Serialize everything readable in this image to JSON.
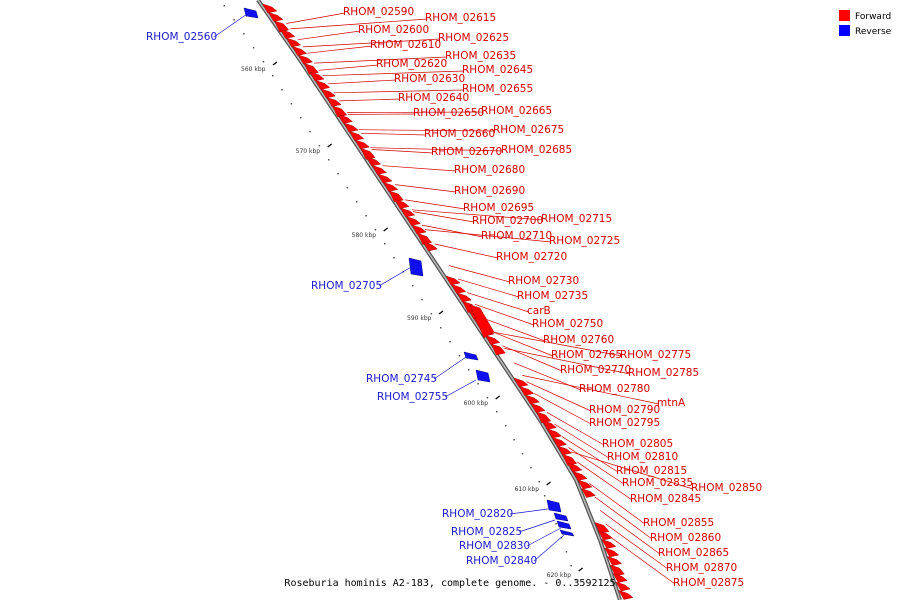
{
  "caption": "Roseburia hominis A2-183, complete genome. - 0..3592125",
  "legend": [
    {
      "label": "Forward",
      "color": "#ff0000"
    },
    {
      "label": "Reverse",
      "color": "#0000ff"
    }
  ],
  "colors": {
    "forward": "#ff0000",
    "reverse": "#1010ee",
    "label_forward": "#d40000",
    "label_reverse": "#1a1acc",
    "backbone": "#777777"
  },
  "axis": {
    "unit": "kbp",
    "ticks": [
      "560 kbp",
      "570 kbp",
      "580 kbp",
      "590 kbp",
      "600 kbp",
      "610 kbp",
      "620 kbp"
    ]
  },
  "forward_genes": [
    "RHOM_02590",
    "RHOM_02615",
    "RHOM_02600",
    "RHOM_02625",
    "RHOM_02610",
    "RHOM_02635",
    "RHOM_02620",
    "RHOM_02645",
    "RHOM_02630",
    "RHOM_02655",
    "RHOM_02640",
    "RHOM_02665",
    "RHOM_02650",
    "RHOM_02675",
    "RHOM_02660",
    "RHOM_02685",
    "RHOM_02670",
    "RHOM_02680",
    "RHOM_02690",
    "RHOM_02695",
    "RHOM_02715",
    "RHOM_02700",
    "RHOM_02710",
    "RHOM_02725",
    "RHOM_02720",
    "RHOM_02730",
    "RHOM_02735",
    "carB",
    "RHOM_02750",
    "RHOM_02760",
    "RHOM_02765",
    "RHOM_02775",
    "RHOM_02770",
    "RHOM_02785",
    "RHOM_02780",
    "mtnA",
    "RHOM_02790",
    "RHOM_02795",
    "RHOM_02805",
    "RHOM_02810",
    "RHOM_02815",
    "RHOM_02835",
    "RHOM_02850",
    "RHOM_02845",
    "RHOM_02855",
    "RHOM_02860",
    "RHOM_02865",
    "RHOM_02870",
    "RHOM_02875"
  ],
  "reverse_genes": [
    "RHOM_02560",
    "RHOM_02705",
    "RHOM_02745",
    "RHOM_02755",
    "RHOM_02820",
    "RHOM_02825",
    "RHOM_02830",
    "RHOM_02840"
  ]
}
